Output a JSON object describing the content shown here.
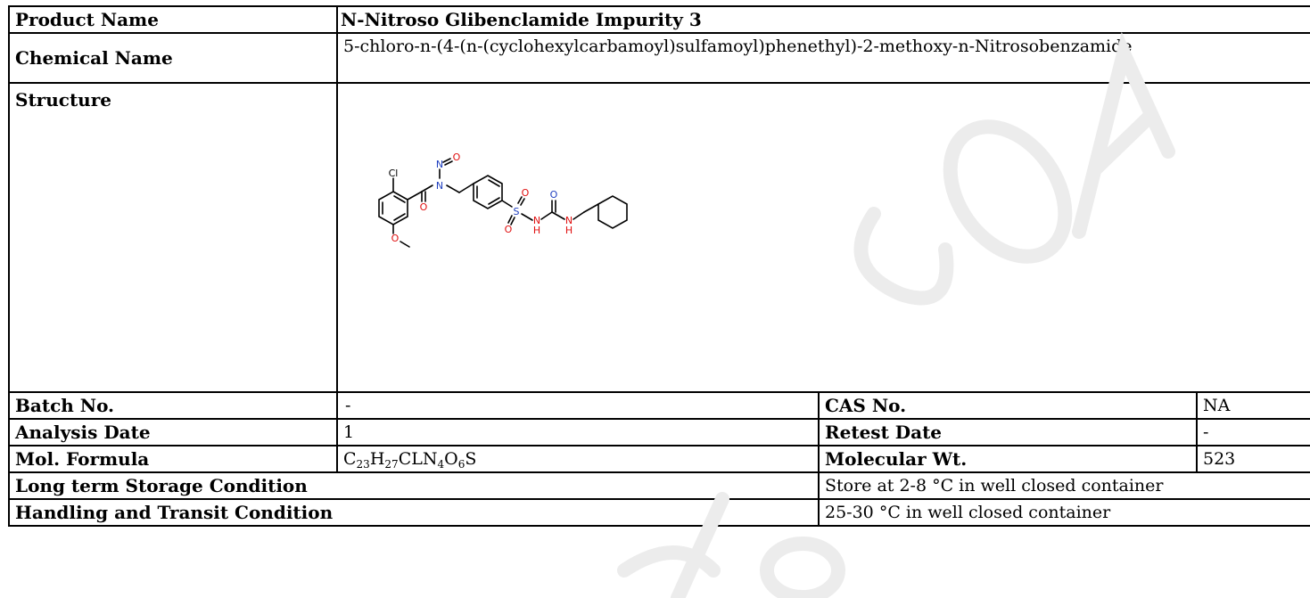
{
  "product": {
    "label": "Product Name",
    "value": "N-Nitroso Glibenclamide Impurity 3"
  },
  "chemical": {
    "label": "Chemical Name",
    "value": "5-chloro-n-(4-(n-(cyclohexylcarbamoyl)sulfamoyl)phenethyl)-2-methoxy-n-Nitrosobenzamide"
  },
  "structure": {
    "label": "Structure",
    "atoms": {
      "cl": "Cl",
      "n": "N",
      "o": "O",
      "s": "S",
      "h": "H"
    }
  },
  "batch": {
    "label": "Batch No.",
    "value": "-"
  },
  "cas": {
    "label": "CAS No.",
    "value": "NA"
  },
  "analysis": {
    "label": "Analysis Date",
    "value": "1"
  },
  "retest": {
    "label": "Retest Date",
    "value": "-"
  },
  "formula": {
    "label": "Mol. Formula",
    "parts": [
      {
        "t": "C",
        "sub": "23"
      },
      {
        "t": "H",
        "sub": "27"
      },
      {
        "t": "CLN",
        "sub": "4"
      },
      {
        "t": "O",
        "sub": "6"
      },
      {
        "t": "S",
        "sub": ""
      }
    ]
  },
  "molwt": {
    "label": "Molecular Wt.",
    "value": "523"
  },
  "storage": {
    "label": "Long term Storage Condition",
    "value": "Store at 2-8 °C in well closed container"
  },
  "handling": {
    "label": "Handling and Transit Condition",
    "value": "25-30 °C in well closed container"
  },
  "colors": {
    "nitrogen": "#1f3fbf",
    "oxygen": "#e01010",
    "watermark": "#ececec"
  }
}
